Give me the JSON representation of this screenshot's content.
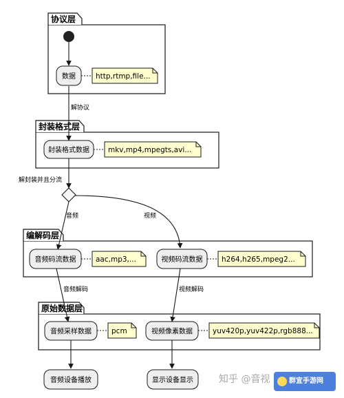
{
  "lanes": {
    "protocol": "协议层",
    "container": "封装格式层",
    "codec": "编解码层",
    "raw": "原始数据层"
  },
  "nodes": {
    "data": "数据",
    "container_data": "封装格式数据",
    "audio_stream": "音频码流数据",
    "video_stream": "视频码流数据",
    "audio_sample": "音频采样数据",
    "video_pixel": "视频像素数据",
    "audio_play": "音频设备播放",
    "video_display": "显示设备显示"
  },
  "notes": {
    "protocols": "http,rtmp,file...",
    "formats": "mkv,mp4,mpegts,avi...",
    "audio_codecs": "aac,mp3,...",
    "video_codecs": "h264,h265,mpeg2...",
    "audio_raw": "pcm",
    "video_raw": "yuv420p,yuv422p,rgb888..."
  },
  "edges": {
    "deprotocol": "解协议",
    "demux": "解封装并且分流",
    "audio": "音频",
    "video": "视频",
    "audio_decode": "音频解码",
    "video_decode": "视频解码"
  },
  "watermark": {
    "text": "知乎 @音视",
    "badge": "群宜手游网"
  },
  "colors": {
    "node_fill": "#efefef",
    "note_fill": "#fefece",
    "stroke": "#181818",
    "badge": "#2f6bd6"
  }
}
